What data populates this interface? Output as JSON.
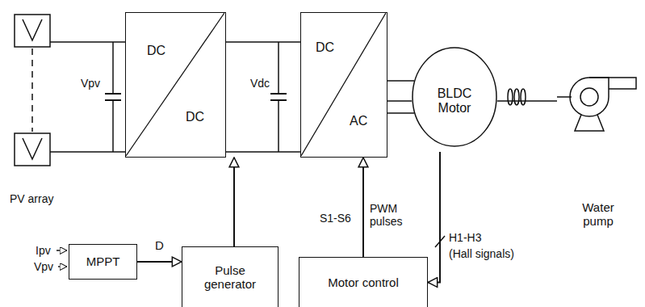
{
  "diagram": {
    "nodes": [
      {
        "text": [
          "DC",
          "DC"
        ]
      },
      {
        "text": [
          "DC",
          "AC"
        ]
      },
      {
        "text": [
          "BLDC Motor"
        ]
      },
      {
        "text": [
          "Water pump"
        ]
      },
      {
        "text": [
          "MPPT"
        ]
      },
      {
        "text": [
          "Pulse generator"
        ]
      },
      {
        "text": [
          "Motor control"
        ]
      }
    ],
    "edges": [
      {
        "from": 0,
        "to": 1,
        "arrow": "none"
      },
      {
        "from": 1,
        "to": 2,
        "arrow": "none"
      },
      {
        "from": 2,
        "to": 3,
        "arrow": "none"
      },
      {
        "from": 4,
        "to": 5,
        "label": "D",
        "arrow": "to"
      },
      {
        "from": 5,
        "to": 0,
        "arrow": "to"
      },
      {
        "from": 6,
        "to": 1,
        "arrow": "to"
      },
      {
        "from": 2,
        "to": 6,
        "arrow": "to"
      }
    ],
    "labels": [
      "PV array",
      "Vpv",
      "Vdc",
      "Ipv",
      "Vpv",
      "S1-S6",
      "PWM pulses",
      "H1-H3",
      "(Hall signals)"
    ]
  }
}
